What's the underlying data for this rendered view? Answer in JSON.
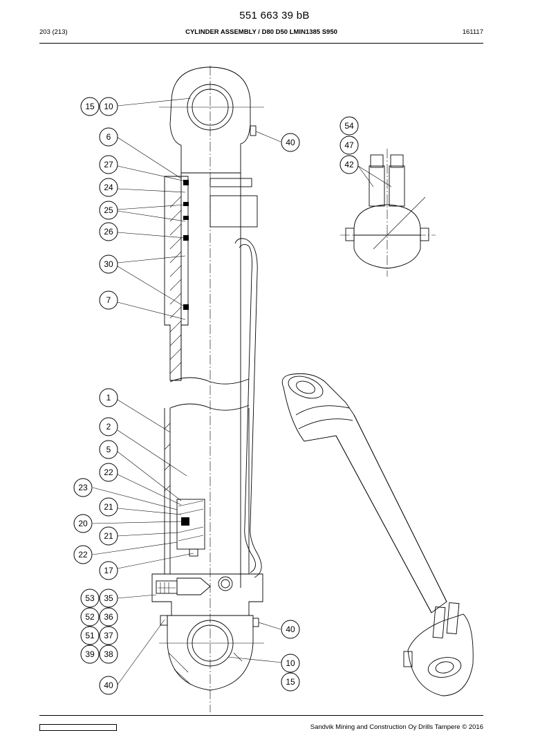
{
  "header": {
    "doc_number": "551 663 39 bB",
    "page_ref": "203 (213)",
    "title": "CYLINDER ASSEMBLY / D80 D50 LMIN1385 S950",
    "date_code": "161117"
  },
  "footer": {
    "copyright": "Sandvik Mining and Construction Oy Drills Tampere © 2016"
  },
  "callouts": {
    "c15a": "15",
    "c10a": "10",
    "c6": "6",
    "c27": "27",
    "c24": "24",
    "c25": "25",
    "c26": "26",
    "c30": "30",
    "c7": "7",
    "c1": "1",
    "c2": "2",
    "c5": "5",
    "c22a": "22",
    "c23": "23",
    "c21a": "21",
    "c20": "20",
    "c21b": "21",
    "c22b": "22",
    "c17": "17",
    "c53": "53",
    "c35": "35",
    "c52": "52",
    "c36": "36",
    "c51": "51",
    "c37": "37",
    "c39": "39",
    "c38": "38",
    "c40a": "40",
    "c40b": "40",
    "c40c": "40",
    "c10b": "10",
    "c15b": "15",
    "c54": "54",
    "c47": "47",
    "c42": "42"
  }
}
